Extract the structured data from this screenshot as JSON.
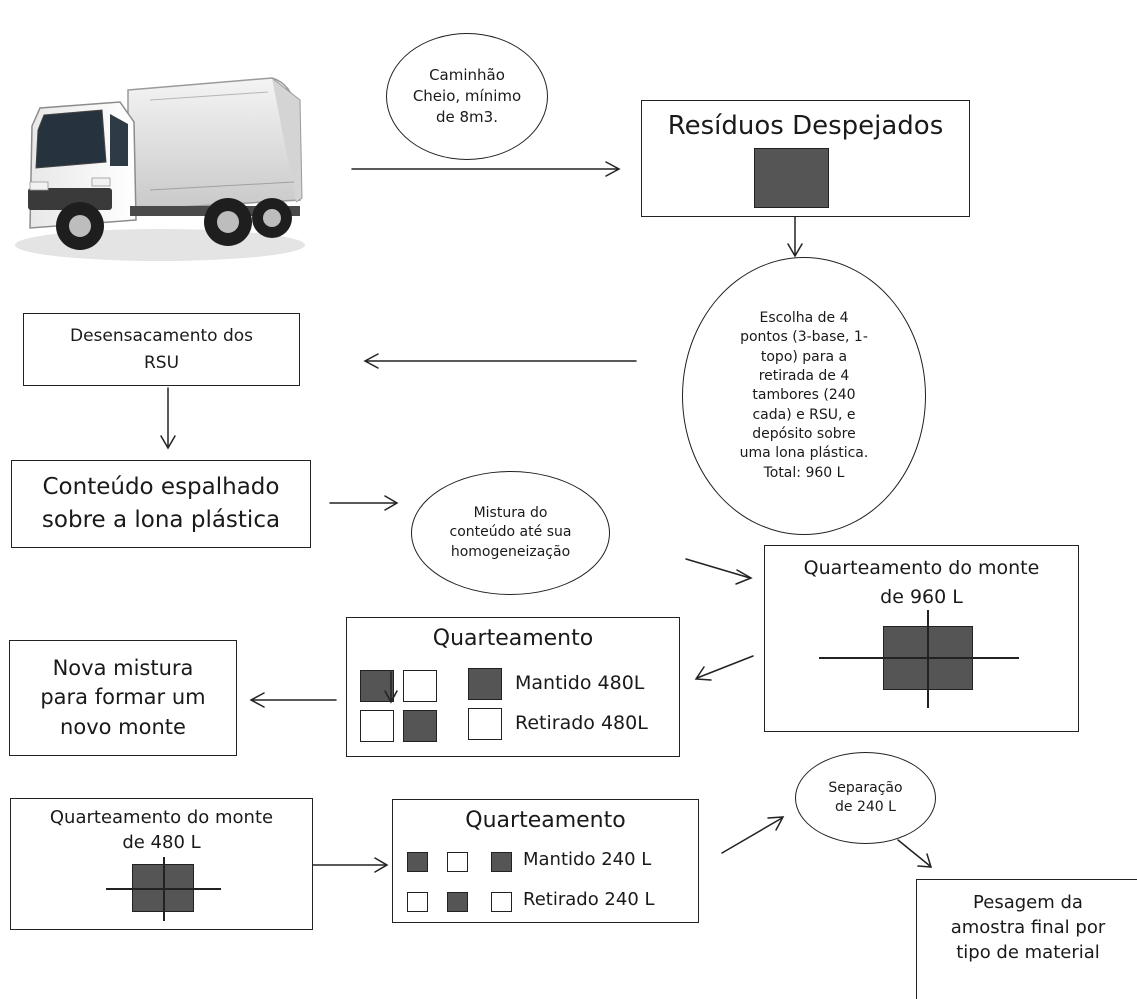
{
  "nodes": {
    "ellipse_truck": "Caminhão\nCheio, mínimo\nde 8m3.",
    "residuos": "Resíduos Despejados",
    "escolha": "Escolha de 4\npontos (3-base, 1-\ntopo) para a\nretirada de 4\ntambores (240\ncada) e RSU, e\ndepósito sobre\numa lona plástica.\nTotal: 960  L",
    "desensacamento": "Desensacamento dos\nRSU",
    "conteudo": "Conteúdo espalhado\nsobre a lona plástica",
    "mistura": "Mistura do\nconteúdo até sua\nhomogeneização",
    "quarteamento960": "Quarteamento do monte\nde 960 L",
    "quarteamento1": {
      "title": "Quarteamento",
      "mantido": "Mantido 480L",
      "retirado": "Retirado 480L"
    },
    "nova_mistura": "Nova mistura\npara formar um\nnovo monte",
    "quarteamento480": "Quarteamento do monte\nde 480 L",
    "quarteamento2": {
      "title": "Quarteamento",
      "mantido": "Mantido 240 L",
      "retirado": "Retirado 240 L"
    },
    "separacao": "Separação\nde 240  L",
    "pesagem": "Pesagem da\namostra final por\ntipo de material"
  },
  "colors": {
    "dark_square": "#555555",
    "line": "#222222"
  }
}
